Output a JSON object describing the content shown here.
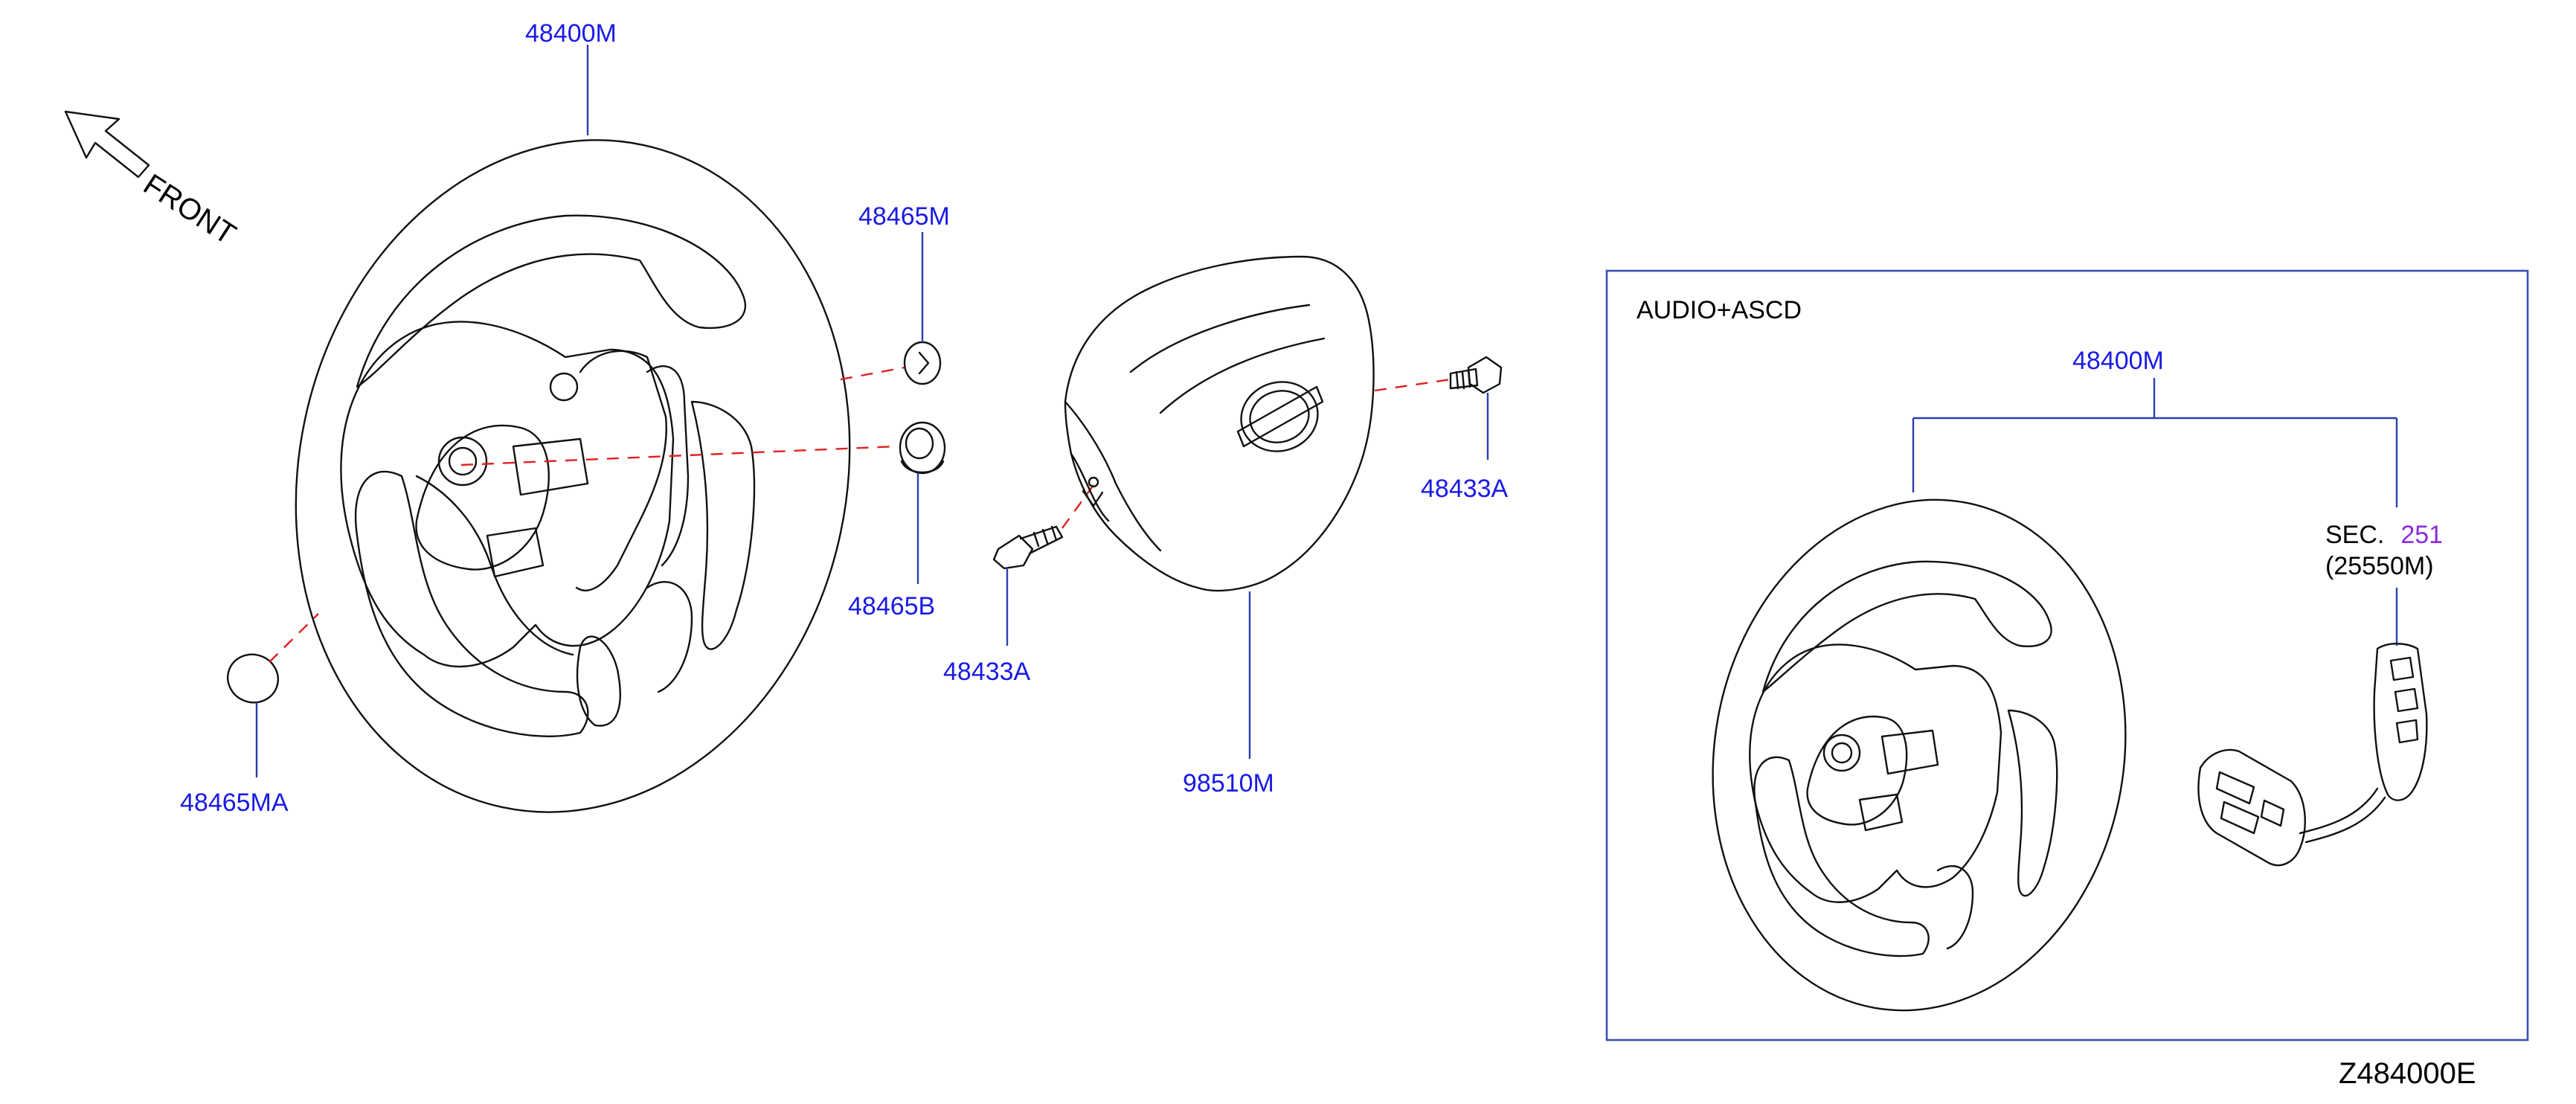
{
  "diagram": {
    "front_label": "FRONT",
    "drawing_code": "Z484000E",
    "inset_title": "AUDIO+ASCD",
    "sec_prefix": "SEC.",
    "sec_number": "251",
    "sec_part": "(25550M)",
    "parts": {
      "wheel_main": "48400M",
      "nut_cap": "48465M",
      "nut": "48465B",
      "bolt_left": "48433A",
      "bolt_right": "48433A",
      "cap_ma": "48465MA",
      "airbag": "98510M",
      "wheel_inset": "48400M"
    },
    "colors": {
      "part_number": "#1a1ae6",
      "section_ref": "#8a2be2",
      "leader": "#2a3fb0",
      "dashed_guide": "#e02020"
    }
  }
}
